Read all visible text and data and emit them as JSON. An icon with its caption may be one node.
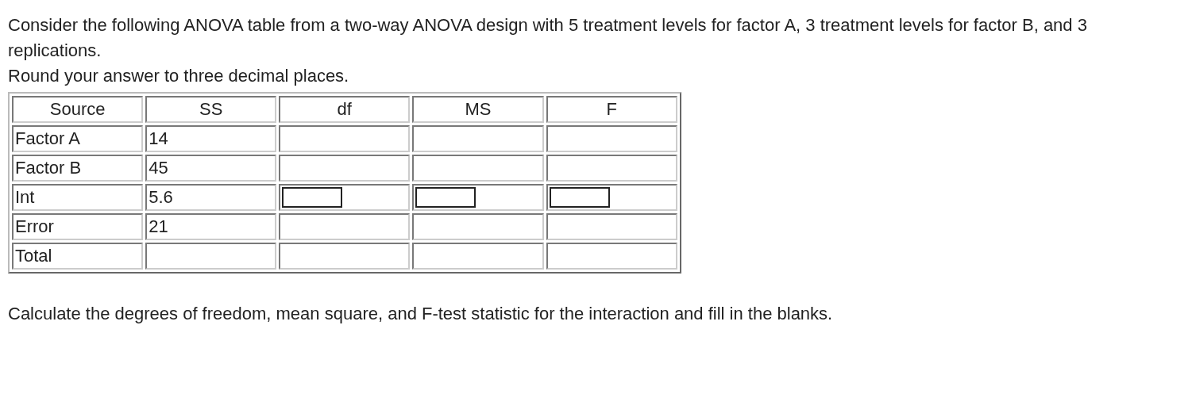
{
  "diagram": {
    "labels": [
      "Consider the following ANOVA table from a two-way ANOVA design with 5 treatment levels for factor A, 3 treatment levels for factor B, and 3 replications.",
      "Round your answer to three decimal places.",
      "Source",
      "SS",
      "df",
      "MS",
      "F",
      "Factor A",
      "14",
      "Factor B",
      "45",
      "Int",
      "5.6",
      "Error",
      "21",
      "Total",
      "Calculate the degrees of freedom, mean square, and F-test statistic for the interaction and fill in the blanks."
    ]
  }
}
